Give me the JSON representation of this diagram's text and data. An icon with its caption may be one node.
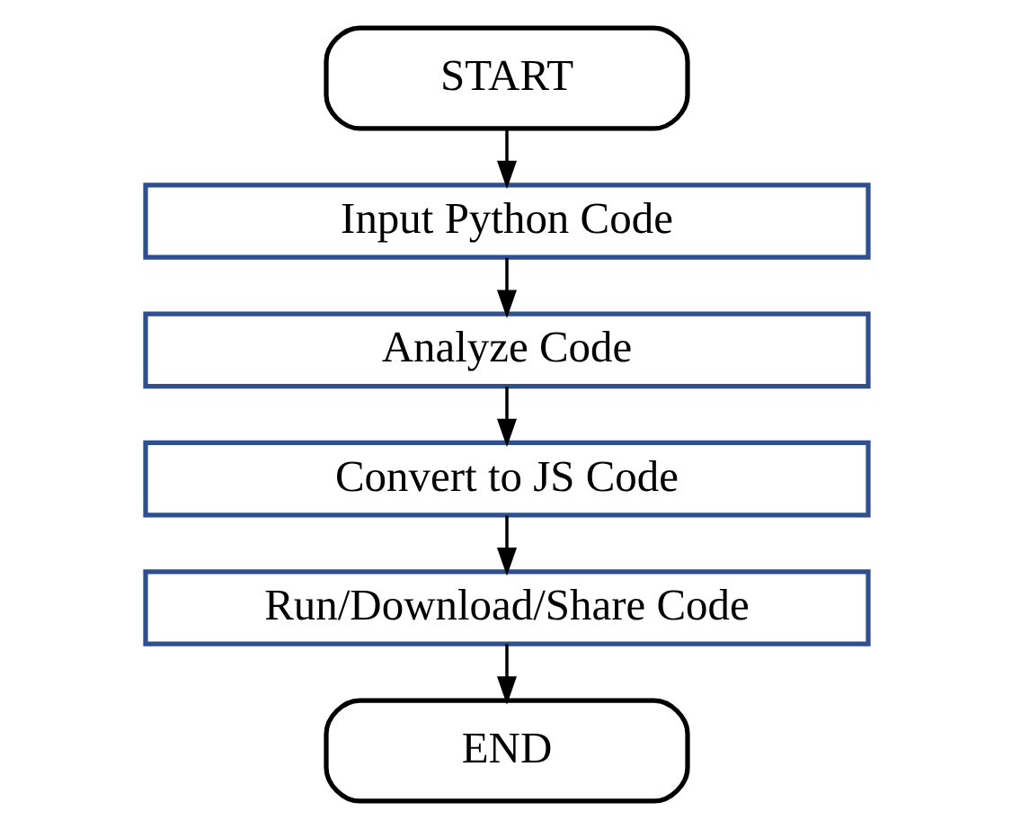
{
  "diagram": {
    "nodes": [
      {
        "text": [
          "START"
        ]
      },
      {
        "text": [
          "Input Python Code"
        ]
      },
      {
        "text": [
          "Analyze Code"
        ]
      },
      {
        "text": [
          "Convert to JS Code"
        ]
      },
      {
        "text": [
          "Run/Download/Share Code"
        ]
      },
      {
        "text": [
          "END"
        ]
      }
    ],
    "edges": [
      {
        "from": 0,
        "to": 1,
        "arrow": "to"
      },
      {
        "from": 1,
        "to": 2,
        "arrow": "to"
      },
      {
        "from": 2,
        "to": 3,
        "arrow": "to"
      },
      {
        "from": 3,
        "to": 4,
        "arrow": "to"
      },
      {
        "from": 4,
        "to": 5,
        "arrow": "to"
      }
    ]
  }
}
